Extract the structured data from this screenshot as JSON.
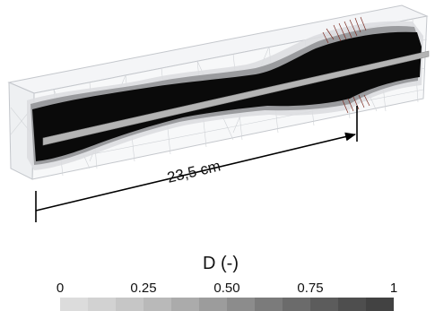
{
  "measurement": {
    "label": "23,5 cm"
  },
  "legend": {
    "title": "D (-)",
    "ticks": [
      {
        "label": "0",
        "value": 0
      },
      {
        "label": "0.25",
        "value": 0.25
      },
      {
        "label": "0.50",
        "value": 0.5
      },
      {
        "label": "0.75",
        "value": 0.75
      },
      {
        "label": "1",
        "value": 1
      }
    ],
    "swatch_colors": [
      "#dcdcdc",
      "#d2d2d2",
      "#c6c6c6",
      "#b9b9b9",
      "#ababab",
      "#9c9c9c",
      "#8c8c8c",
      "#7b7b7b",
      "#6b6b6b",
      "#5c5c5c",
      "#4e4e4e",
      "#424242"
    ]
  },
  "colors": {
    "damage_zone": "#0a0a0a",
    "specimen_mesh": "#c4c7cc",
    "embedded_bar": "#b4b4b4",
    "crack_marks": "#7a2a20"
  }
}
